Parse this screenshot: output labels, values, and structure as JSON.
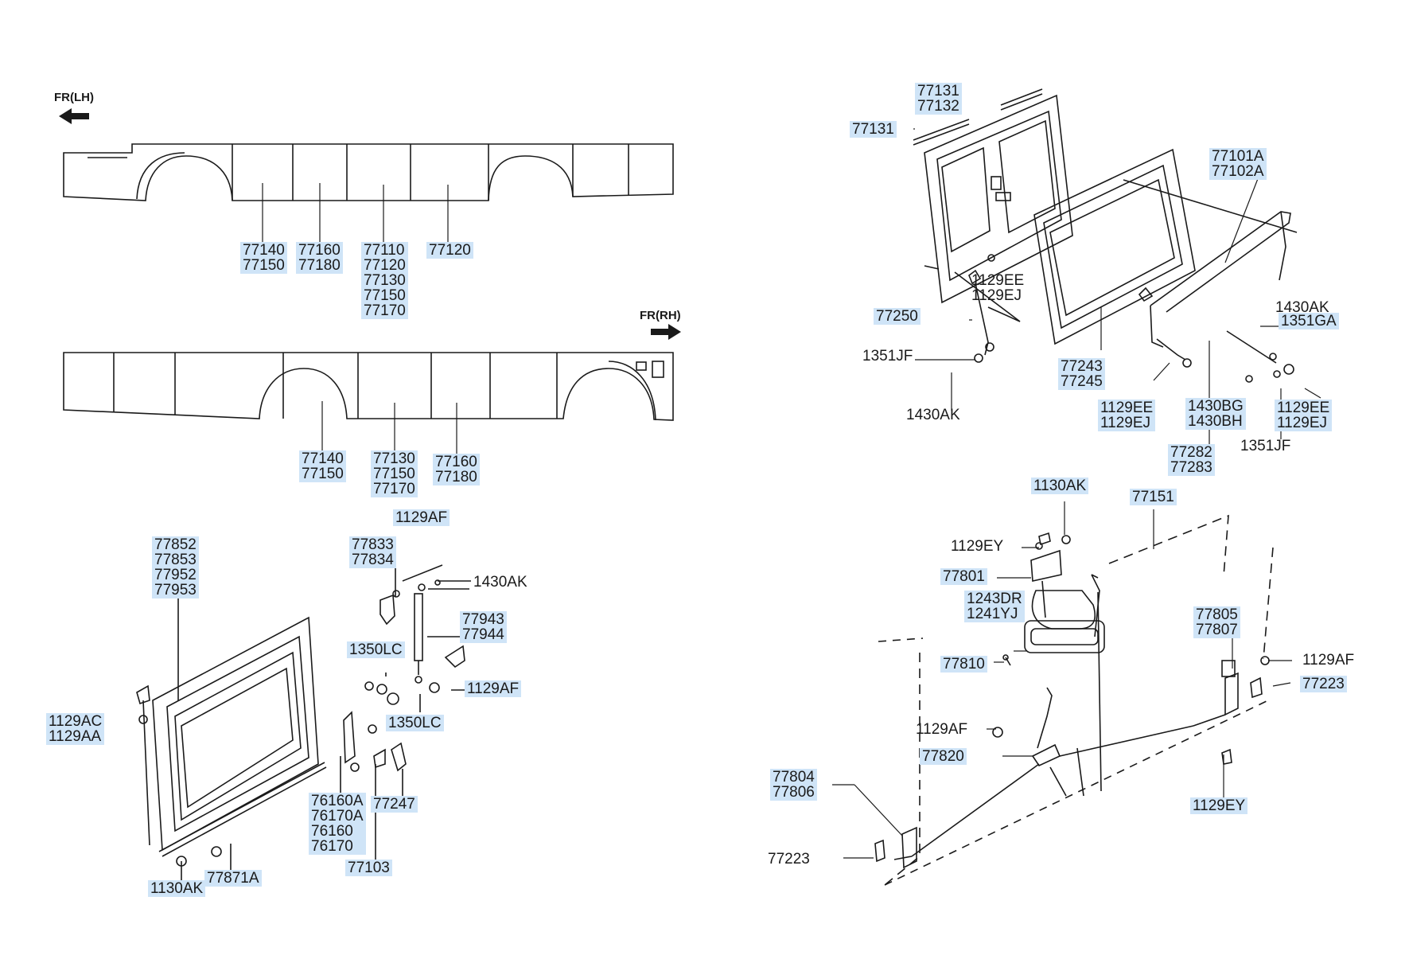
{
  "colors": {
    "highlight": "#cfe4f7",
    "ink": "#1a1a1a"
  },
  "directions": {
    "fr_lh": "FR(LH)",
    "fr_rh": "FR(RH)"
  },
  "callouts": [
    {
      "id": "c1",
      "lines": [
        "77140",
        "77150"
      ],
      "hl": true
    },
    {
      "id": "c2",
      "lines": [
        "77160",
        "77180"
      ],
      "hl": true
    },
    {
      "id": "c3",
      "lines": [
        "77110",
        "77120",
        "77130",
        "77150",
        "77170"
      ],
      "hl": true
    },
    {
      "id": "c4",
      "lines": [
        "77120"
      ],
      "hl": true
    },
    {
      "id": "c5",
      "lines": [
        "77140",
        "77150"
      ],
      "hl": true
    },
    {
      "id": "c6",
      "lines": [
        "77130",
        "77150",
        "77170"
      ],
      "hl": true
    },
    {
      "id": "c7",
      "lines": [
        "77160",
        "77180"
      ],
      "hl": true
    },
    {
      "id": "c8",
      "lines": [
        "77852",
        "77853",
        "77952",
        "77953"
      ],
      "hl": true
    },
    {
      "id": "c9",
      "lines": [
        "1129AF"
      ],
      "hl": true
    },
    {
      "id": "c10",
      "lines": [
        "77833",
        "77834"
      ],
      "hl": true
    },
    {
      "id": "c11",
      "lines": [
        "1430AK"
      ],
      "hl": false
    },
    {
      "id": "c12",
      "lines": [
        "77943",
        "77944"
      ],
      "hl": true
    },
    {
      "id": "c13",
      "lines": [
        "1350LC"
      ],
      "hl": true
    },
    {
      "id": "c14",
      "lines": [
        "1129AF"
      ],
      "hl": true
    },
    {
      "id": "c15",
      "lines": [
        "1350LC"
      ],
      "hl": true
    },
    {
      "id": "c16",
      "lines": [
        "1129AC",
        "1129AA"
      ],
      "hl": true
    },
    {
      "id": "c17",
      "lines": [
        "76160A",
        "76170A",
        "76160",
        "76170"
      ],
      "hl": true
    },
    {
      "id": "c18",
      "lines": [
        "77247"
      ],
      "hl": true
    },
    {
      "id": "c19",
      "lines": [
        "77103"
      ],
      "hl": true
    },
    {
      "id": "c20",
      "lines": [
        "1130AK"
      ],
      "hl": true
    },
    {
      "id": "c21",
      "lines": [
        "77871A"
      ],
      "hl": true
    },
    {
      "id": "c22",
      "lines": [
        "77131",
        "77132"
      ],
      "hl": true
    },
    {
      "id": "c23",
      "lines": [
        "77131"
      ],
      "hl": true
    },
    {
      "id": "c24",
      "lines": [
        "77101A",
        "77102A"
      ],
      "hl": true
    },
    {
      "id": "c25",
      "lines": [
        "1129EE",
        "1129EJ"
      ],
      "hl": false
    },
    {
      "id": "c26",
      "lines": [
        "77250"
      ],
      "hl": true
    },
    {
      "id": "c27",
      "lines": [
        "1430AK"
      ],
      "hl": false
    },
    {
      "id": "c28",
      "lines": [
        "1351GA"
      ],
      "hl": true
    },
    {
      "id": "c29",
      "lines": [
        "1351JF"
      ],
      "hl": false
    },
    {
      "id": "c30",
      "lines": [
        "77243",
        "77245"
      ],
      "hl": true
    },
    {
      "id": "c31",
      "lines": [
        "1430AK"
      ],
      "hl": false
    },
    {
      "id": "c32",
      "lines": [
        "1129EE",
        "1129EJ"
      ],
      "hl": true
    },
    {
      "id": "c33",
      "lines": [
        "1430BG",
        "1430BH"
      ],
      "hl": true
    },
    {
      "id": "c34",
      "lines": [
        "1129EE",
        "1129EJ"
      ],
      "hl": true
    },
    {
      "id": "c35",
      "lines": [
        "1351JF"
      ],
      "hl": false
    },
    {
      "id": "c36",
      "lines": [
        "77282",
        "77283"
      ],
      "hl": true
    },
    {
      "id": "c37",
      "lines": [
        "1130AK"
      ],
      "hl": true
    },
    {
      "id": "c38",
      "lines": [
        "77151"
      ],
      "hl": true
    },
    {
      "id": "c39",
      "lines": [
        "1129EY"
      ],
      "hl": false
    },
    {
      "id": "c40",
      "lines": [
        "77801"
      ],
      "hl": true
    },
    {
      "id": "c41",
      "lines": [
        "1243DR",
        "1241YJ"
      ],
      "hl": true
    },
    {
      "id": "c42",
      "lines": [
        "77810"
      ],
      "hl": true
    },
    {
      "id": "c43",
      "lines": [
        "77805",
        "77807"
      ],
      "hl": true
    },
    {
      "id": "c44",
      "lines": [
        "1129AF"
      ],
      "hl": false
    },
    {
      "id": "c45",
      "lines": [
        "77223"
      ],
      "hl": true
    },
    {
      "id": "c46",
      "lines": [
        "1129AF"
      ],
      "hl": false
    },
    {
      "id": "c47",
      "lines": [
        "77820"
      ],
      "hl": true
    },
    {
      "id": "c48",
      "lines": [
        "77804",
        "77806"
      ],
      "hl": true
    },
    {
      "id": "c49",
      "lines": [
        "1129EY"
      ],
      "hl": true
    },
    {
      "id": "c50",
      "lines": [
        "77223"
      ],
      "hl": false
    }
  ]
}
